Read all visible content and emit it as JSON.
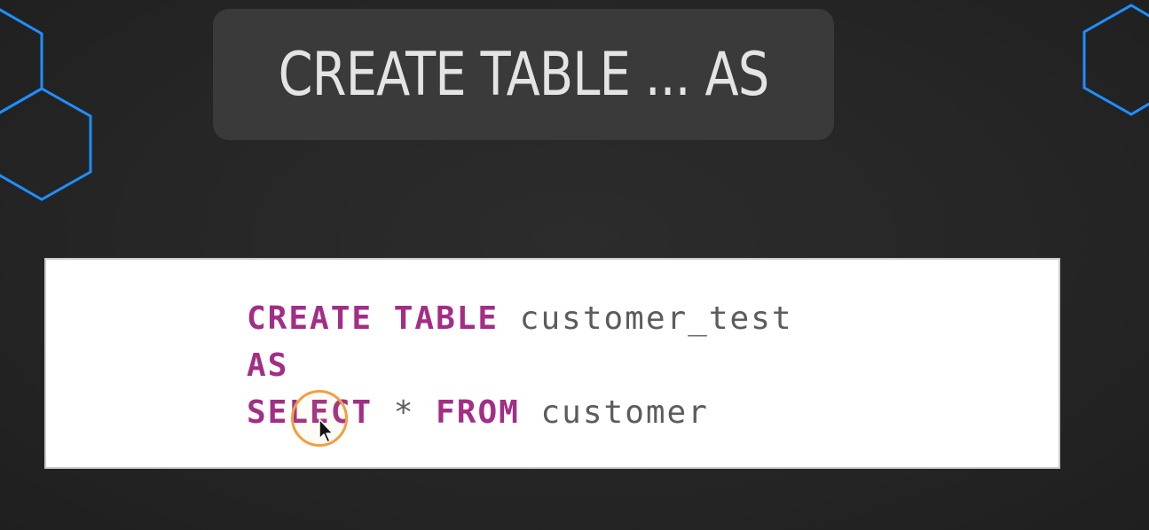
{
  "slide": {
    "title": "CREATE TABLE ... AS"
  },
  "code": {
    "line1": {
      "kw1": "CREATE",
      "kw2": "TABLE",
      "ident": "customer_test"
    },
    "line2": {
      "kw1": "AS"
    },
    "line3": {
      "kw1": "SELECT",
      "op": "*",
      "kw2": "FROM",
      "ident": "customer"
    }
  },
  "colors": {
    "keyword": "#a22e86",
    "identifier": "#5c5c5c",
    "hexagon": "#1e8fff",
    "cursor_ring": "#f0a040"
  },
  "icons": {
    "pointer": "mouse-pointer-icon"
  }
}
